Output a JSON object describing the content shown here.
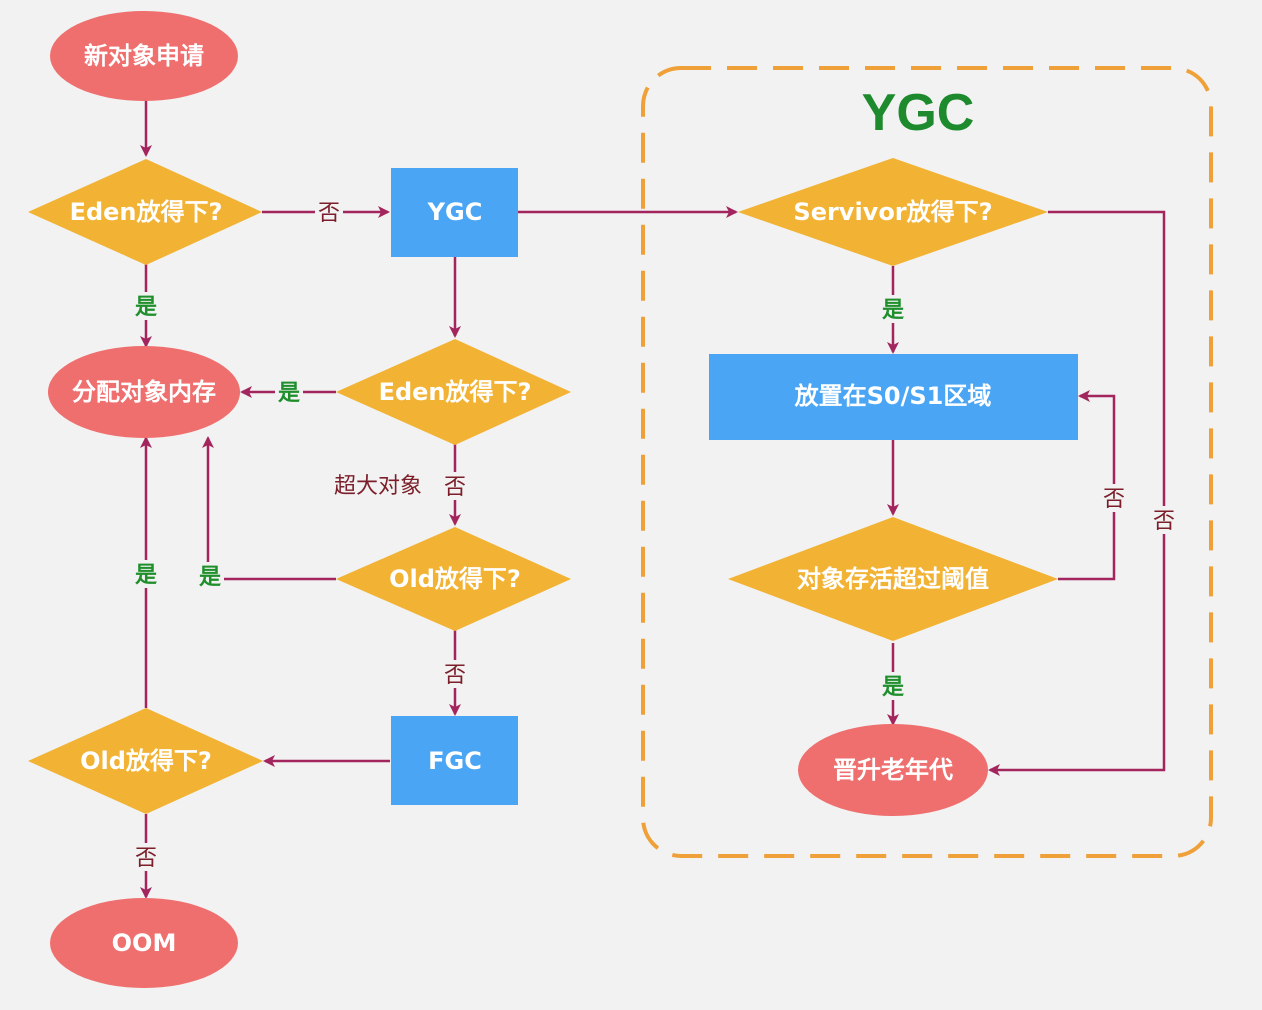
{
  "title": "YGC",
  "colors": {
    "ellipse": "#ef6e6e",
    "diamond": "#f2b233",
    "rect": "#4aa6f5",
    "edge": "#a3255e",
    "yes_label": "#1f8f2c",
    "no_label": "#7c1f2a",
    "title": "#1e8a2e",
    "region_border": "#f0a038"
  },
  "nodes": {
    "new_request": "新对象申请",
    "eden_fit_1": "Eden放得下?",
    "ygc_action": "YGC",
    "alloc_memory": "分配对象内存",
    "eden_fit_2": "Eden放得下?",
    "old_fit_1": "Old放得下?",
    "fgc_action": "FGC",
    "old_fit_2": "Old放得下?",
    "oom": "OOM",
    "survivor_fit": "Servivor放得下?",
    "place_s0s1": "放置在S0/S1区域",
    "age_threshold": "对象存活超过阈值",
    "promote_old": "晋升老年代"
  },
  "labels": {
    "yes": "是",
    "no": "否",
    "huge_object": "超大对象"
  }
}
